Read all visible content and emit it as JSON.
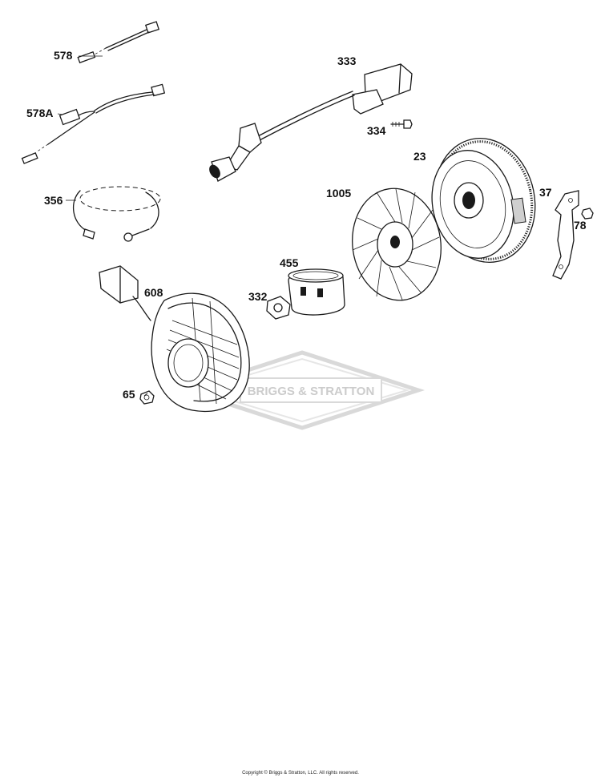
{
  "labels": {
    "p578": "578",
    "p578a": "578A",
    "p356": "356",
    "p608": "608",
    "p65": "65",
    "p333": "333",
    "p334": "334",
    "p23": "23",
    "p1005": "1005",
    "p455": "455",
    "p332": "332",
    "p37": "37",
    "p78": "78"
  },
  "watermark": {
    "text": "BRIGGS & STRATTON",
    "color": "#d9d9d9"
  },
  "copyright": "Copyright © Briggs & Stratton, LLC. All rights reserved."
}
